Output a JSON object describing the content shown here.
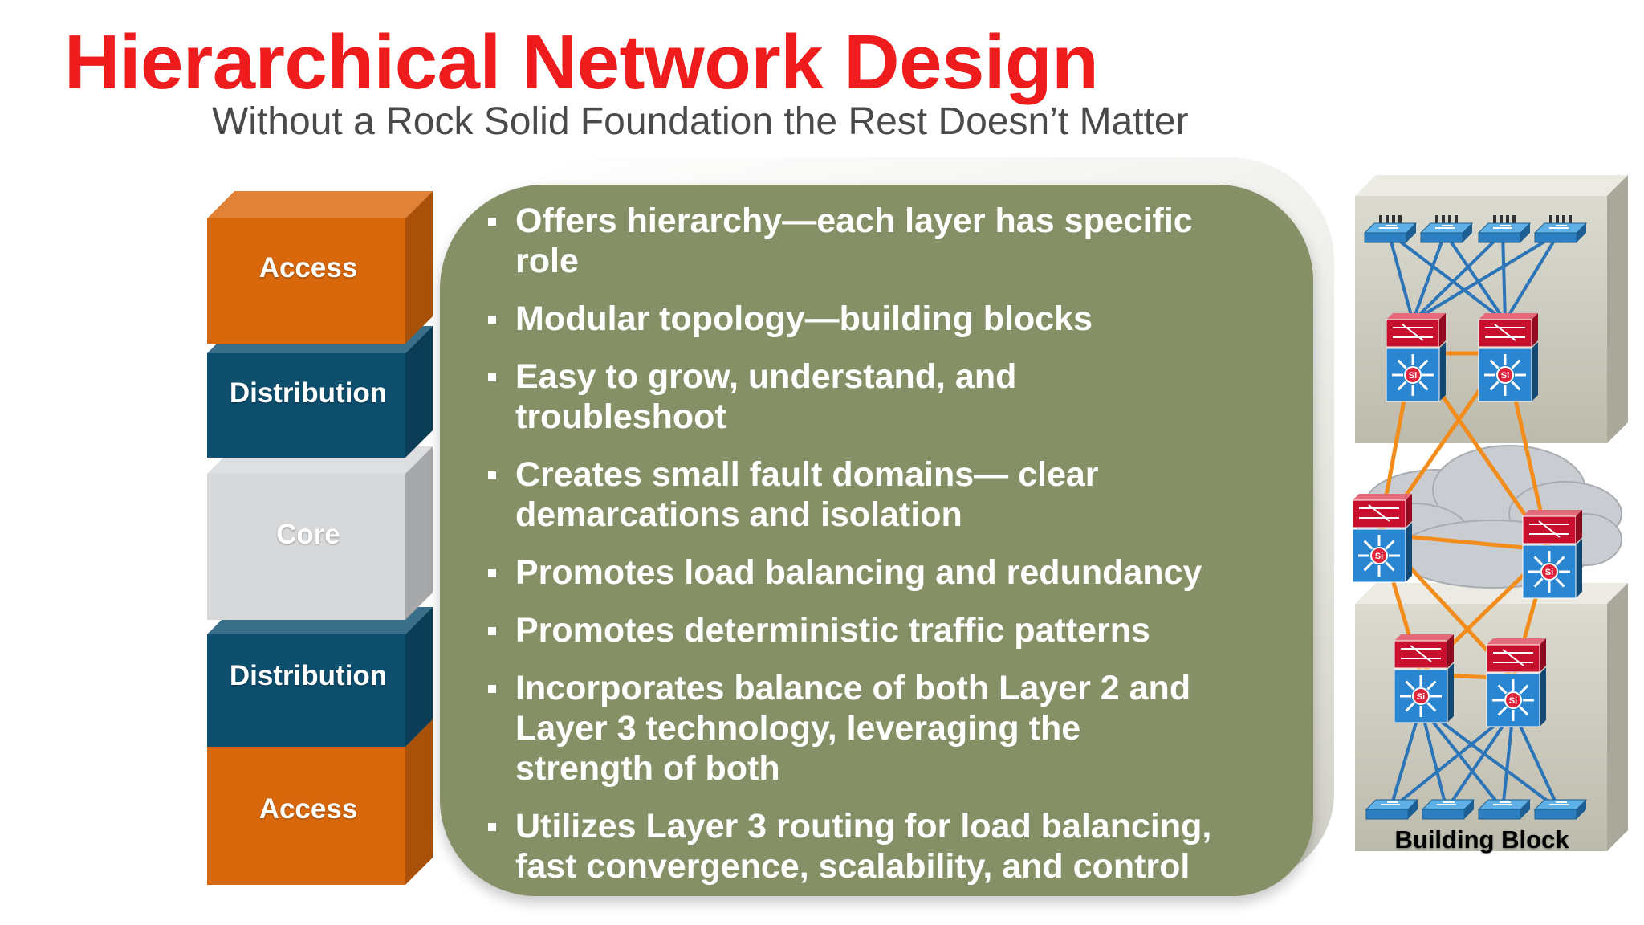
{
  "title": "Hierarchical Network Design",
  "subtitle": "Without a Rock Solid Foundation the Rest Doesn’t Matter",
  "colors": {
    "title": "#ee1c1c",
    "subtitle": "#4a4a4a",
    "panel": "#869066",
    "access": "#d9680c",
    "distribution": "#0e4f6e",
    "core": "#d6d8da",
    "link_blue": "#2b74b8",
    "link_orange": "#f28c1c",
    "building_block": "#cdccbe"
  },
  "layer_stack": [
    {
      "label": "Access",
      "kind": "access"
    },
    {
      "label": "Distribution",
      "kind": "distribution"
    },
    {
      "label": "Core",
      "kind": "core"
    },
    {
      "label": "Distribution",
      "kind": "distribution"
    },
    {
      "label": "Access",
      "kind": "access"
    }
  ],
  "bullets": [
    {
      "lines": [
        "Offers hierarchy—each layer has specific",
        "role"
      ]
    },
    {
      "lines": [
        "Modular topology—building blocks"
      ]
    },
    {
      "lines": [
        "Easy to grow, understand, and",
        "troubleshoot"
      ]
    },
    {
      "lines": [
        "Creates small fault domains— clear",
        "demarcations and isolation"
      ]
    },
    {
      "lines": [
        "Promotes load balancing and redundancy"
      ]
    },
    {
      "lines": [
        "Promotes deterministic traffic patterns"
      ]
    },
    {
      "lines": [
        "Incorporates balance of both Layer 2 and",
        "Layer 3 technology, leveraging the",
        "strength of both"
      ]
    },
    {
      "lines": [
        "Utilizes Layer 3 routing for load balancing,",
        "fast convergence, scalability, and control"
      ]
    }
  ],
  "diagram": {
    "building_block_label": "Building Block",
    "multilayer_switch_label": "Si"
  }
}
